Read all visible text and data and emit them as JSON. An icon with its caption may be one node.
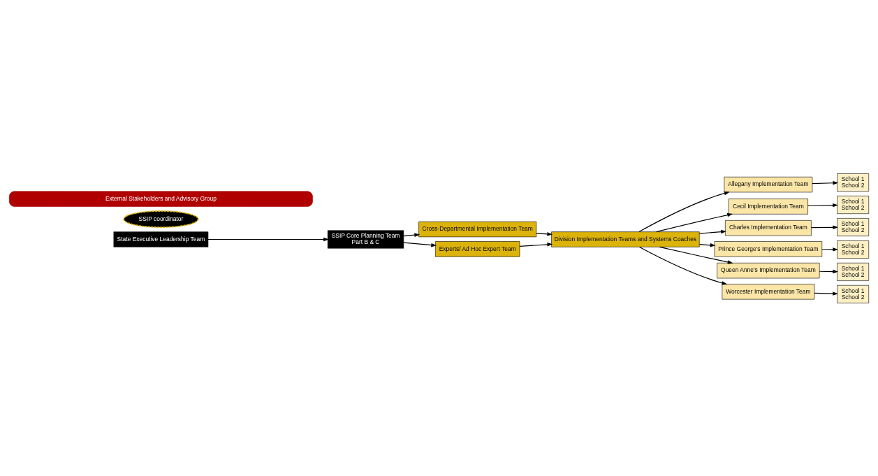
{
  "diagram": {
    "nodes": [
      {
        "text": [
          "State Executive Leadership Team"
        ]
      },
      {
        "text": [
          "SSIP Core Planning Team",
          "Part B & C"
        ]
      },
      {
        "text": [
          "Cross-Departmental Implementation Team"
        ]
      },
      {
        "text": [
          "SSIP coordinator"
        ]
      },
      {
        "text": [
          "Experts/ Ad Hoc Expert Team"
        ]
      },
      {
        "text": [
          "Division Implementation Teams and Systems Coaches"
        ]
      },
      {
        "text": [
          "Allegany Implementation Team"
        ]
      },
      {
        "text": [
          "Cecil Implementation Team"
        ]
      },
      {
        "text": [
          "Charles Implementation Team"
        ]
      },
      {
        "text": [
          "Prince George's Implementation Team"
        ]
      },
      {
        "text": [
          "Queen Anne's Implementation Team"
        ]
      },
      {
        "text": [
          "Worcester Implementation Team"
        ]
      },
      {
        "text": [
          "School 1",
          "School 2"
        ]
      },
      {
        "text": [
          "School 1",
          "School 2"
        ]
      },
      {
        "text": [
          "School 1",
          "School 2"
        ]
      },
      {
        "text": [
          "School 1",
          "School 2"
        ]
      },
      {
        "text": [
          "School 1",
          "School 2"
        ]
      },
      {
        "text": [
          "School 1",
          "School 2"
        ]
      },
      {
        "text": [
          "External Stakeholders and Advisory Group"
        ]
      }
    ],
    "edges": [
      {
        "from": 0,
        "to": 1,
        "arrow": "to"
      },
      {
        "from": 1,
        "to": 2,
        "arrow": "to"
      },
      {
        "from": 1,
        "to": 4,
        "arrow": "to"
      },
      {
        "from": 2,
        "to": 5,
        "arrow": "to"
      },
      {
        "from": 4,
        "to": 5,
        "arrow": "to"
      },
      {
        "from": 5,
        "to": 6,
        "arrow": "to"
      },
      {
        "from": 5,
        "to": 7,
        "arrow": "to"
      },
      {
        "from": 5,
        "to": 8,
        "arrow": "to"
      },
      {
        "from": 5,
        "to": 9,
        "arrow": "to"
      },
      {
        "from": 5,
        "to": 10,
        "arrow": "to"
      },
      {
        "from": 5,
        "to": 11,
        "arrow": "to"
      },
      {
        "from": 6,
        "to": 12,
        "arrow": "to"
      },
      {
        "from": 7,
        "to": 13,
        "arrow": "to"
      },
      {
        "from": 8,
        "to": 14,
        "arrow": "to"
      },
      {
        "from": 9,
        "to": 15,
        "arrow": "to"
      },
      {
        "from": 10,
        "to": 16,
        "arrow": "to"
      },
      {
        "from": 11,
        "to": 17,
        "arrow": "to"
      }
    ]
  }
}
